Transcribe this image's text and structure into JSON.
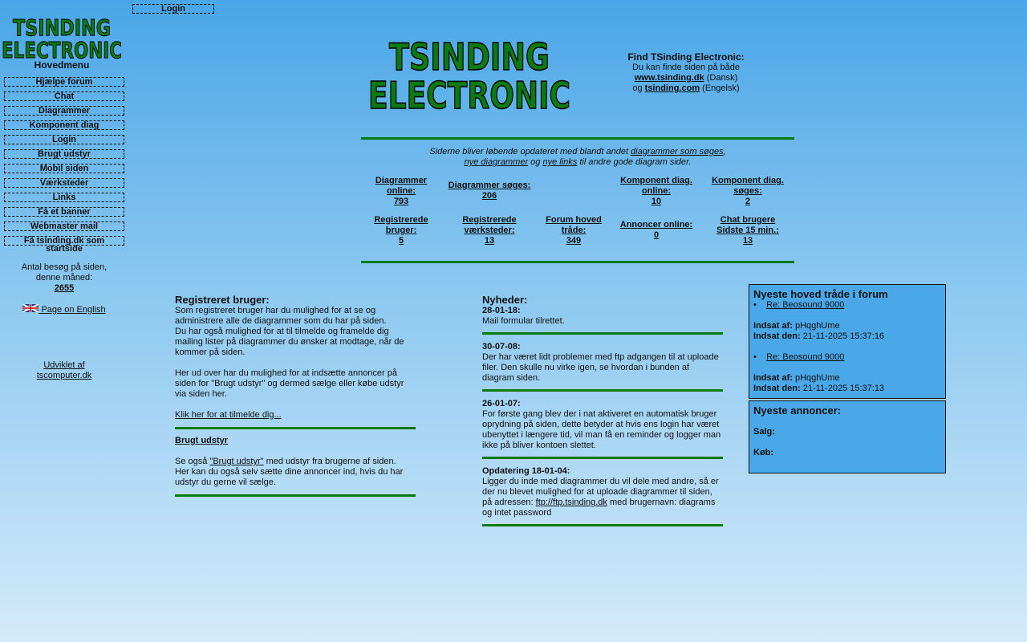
{
  "top_login": "Login",
  "logo": {
    "line1": "TSINDING",
    "line2": "ELECTRONIC"
  },
  "menu": {
    "title": "Hovedmenu",
    "items": [
      "Hjælpe forum",
      "Chat",
      "Diagrammer",
      "Komponent diag",
      "Login",
      "Brugt udstyr",
      "Mobil siden",
      "Værksteder",
      "Links",
      "Få et banner",
      "Webmaster mail",
      "Få tsinding.dk som startside"
    ]
  },
  "counter": {
    "line1": "Antal besøg på siden,",
    "line2": "denne måned:",
    "value": "2655"
  },
  "english_link": " Page on English",
  "developed": {
    "line1": "Udviklet af",
    "line2": "tscomputer.dk"
  },
  "find": {
    "title": "Find TSinding Electronic:",
    "line1": "Du kan finde siden på både",
    "link1": "www.tsinding.dk",
    "lang1": " (Dansk)",
    "og": "og ",
    "link2": "tsinding.com",
    "lang2": " (Engelsk)"
  },
  "intro": {
    "t1": "Siderne bliver løbende opdateret med blandt andet ",
    "l1": "diagrammer som søges",
    "t2": ",",
    "l2": "nye diagrammer",
    "t3": " og ",
    "l3": "nye links",
    "t4": " til andre gode diagram sider."
  },
  "stats": [
    {
      "label1": "Diagrammer",
      "label2": "online:",
      "value": "793"
    },
    {
      "label1": "Diagrammer søges:",
      "value": "206"
    },
    {
      "label1": "Komponent diag.",
      "label2": "online:",
      "value": "10"
    },
    {
      "label1": "Komponent diag.",
      "label2": "søges:",
      "value": "2"
    },
    {
      "label1": "Registrerede",
      "label2": "bruger:",
      "value": "5"
    },
    {
      "label1": "Registrerede",
      "label2": "værksteder:",
      "value": "13"
    },
    {
      "label1": "Forum hoved",
      "label2": "tråde:",
      "value": "349"
    },
    {
      "label1": "Annoncer online:",
      "value": "0"
    },
    {
      "label1": "Chat brugere",
      "label2": "Sidste 15 min.:",
      "value": "13"
    }
  ],
  "registered": {
    "title": "Registreret bruger:",
    "p1": "Som registreret bruger har du mulighed for at se og administrere alle de diagrammer som du har på siden.",
    "p2": "Du har også mulighed for at til tilmelde og framelde dig mailing lister på diagrammer du ønsker at modtage, når de kommer på siden.",
    "p3": "Her ud over har du mulighed for at indsætte annoncer på siden for \"Brugt udstyr\" og dermed sælge eller købe udstyr via siden her.",
    "link": "Klik her for at tilmelde dig...",
    "used_title": "Brugt udstyr",
    "used_t1": "Se også ",
    "used_link": "\"Brugt udstyr\"",
    "used_t2": " med udstyr fra brugerne af siden.",
    "used_p2": "Her kan du også selv sætte dine annoncer ind, hvis du har udstyr du gerne vil sælge."
  },
  "news": {
    "title": "Nyheder:",
    "items": [
      {
        "date": "28-01-18:",
        "text": "Mail formular tilrettet."
      },
      {
        "date": "30-07-08:",
        "text": "Der har været lidt problemer med ftp adgangen til at uploade filer. Den skulle nu virke igen, se hvordan i bunden af diagram siden."
      },
      {
        "date": "26-01-07:",
        "text": "For første gang blev der i nat aktiveret en automatisk bruger oprydning på siden, dette betyder at hvis ens login har været ubenyttet i længere tid, vil man få en reminder og logger man ikke på bliver kontoen slettet."
      },
      {
        "date": "Opdatering 18-01-04:",
        "text": "Ligger du inde med diagrammer du vil dele med andre, så er der nu blevet mulighed for at uploade diagrammer til siden, på adressen: ",
        "link": "ftp://ftp.tsinding.dk",
        "text2": " med brugernavn: diagrams og intet password"
      }
    ]
  },
  "forum": {
    "title": "Nyeste hoved tråde i forum",
    "posted_by_label": "Indsat af:",
    "posted_on_label": "Indsat den:",
    "items": [
      {
        "title": "Re: Beosound 9000",
        "by": " pHqghUme",
        "date": " 21-11-2025 15:37:16"
      },
      {
        "title": "Re: Beosound 9000",
        "by": " pHqghUme",
        "date": " 21-11-2025 15:37:13"
      }
    ]
  },
  "ads": {
    "title": "Nyeste annoncer:",
    "sale": "Salg:",
    "buy": "Køb:"
  }
}
